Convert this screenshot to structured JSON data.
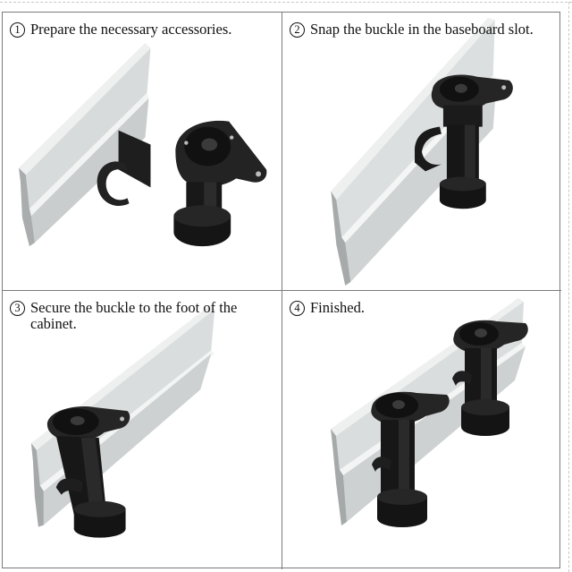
{
  "steps": [
    {
      "number": "1",
      "text": "Prepare the necessary accessories.",
      "illustration": "baseboard-rail-buckle-and-cabinet-leg"
    },
    {
      "number": "2",
      "text": "Snap the buckle in the baseboard slot.",
      "illustration": "buckle-snapped-into-rail-with-leg"
    },
    {
      "number": "3",
      "text": "Secure the buckle to the foot of the cabinet.",
      "illustration": "leg-attached-to-rail"
    },
    {
      "number": "4",
      "text": "Finished.",
      "illustration": "two-legs-attached-to-rail"
    }
  ],
  "colors": {
    "border": "#7a7a7a",
    "rail": "#d9dcdc",
    "rail_shadow": "#b8bcbc",
    "leg": "#1c1c1c",
    "text": "#111111"
  }
}
